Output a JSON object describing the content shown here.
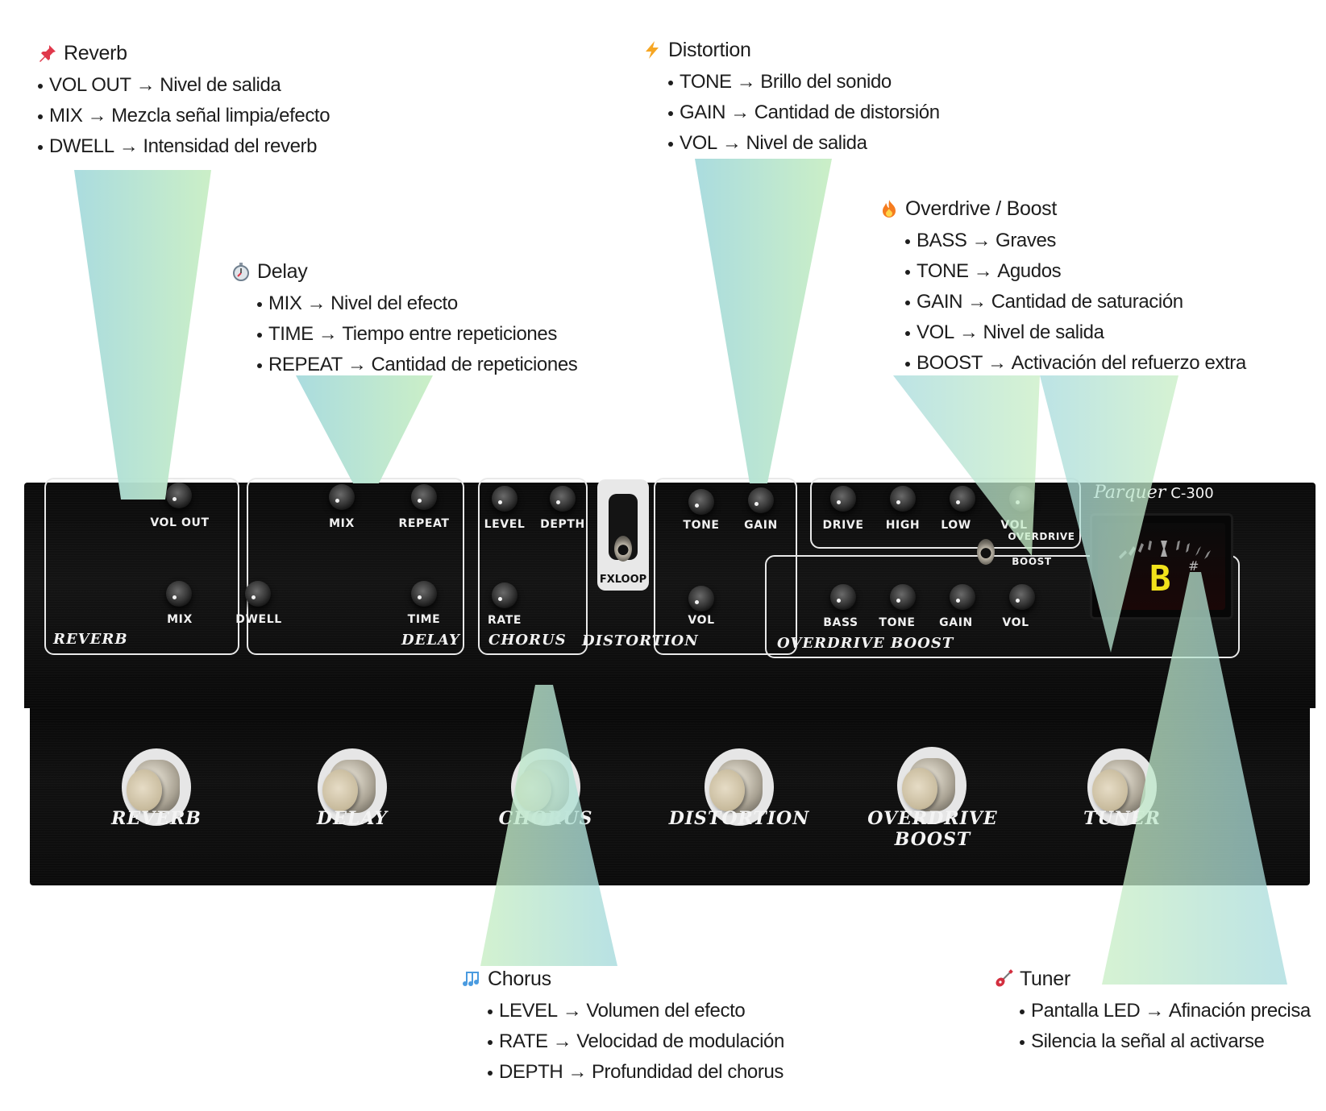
{
  "callouts": {
    "reverb": {
      "icon": "pushpin-icon",
      "title": "Reverb",
      "items": [
        {
          "control": "VOL OUT",
          "description": "Nivel de salida"
        },
        {
          "control": "MIX",
          "description": "Mezcla señal limpia/efecto"
        },
        {
          "control": "DWELL",
          "description": "Intensidad del reverb"
        }
      ]
    },
    "delay": {
      "icon": "stopwatch-icon",
      "title": "Delay",
      "items": [
        {
          "control": "MIX",
          "description": "Nivel del efecto"
        },
        {
          "control": "TIME",
          "description": "Tiempo entre repeticiones"
        },
        {
          "control": "REPEAT",
          "description": "Cantidad de repeticiones"
        }
      ]
    },
    "distortion": {
      "icon": "lightning-icon",
      "title": "Distortion",
      "items": [
        {
          "control": "TONE",
          "description": "Brillo del sonido"
        },
        {
          "control": "GAIN",
          "description": "Cantidad de distorsión"
        },
        {
          "control": "VOL",
          "description": "Nivel de salida"
        }
      ]
    },
    "overdrive": {
      "icon": "fire-icon",
      "title": "Overdrive / Boost",
      "items": [
        {
          "control": "BASS",
          "description": "Graves"
        },
        {
          "control": "TONE",
          "description": "Agudos"
        },
        {
          "control": "GAIN",
          "description": "Cantidad de saturación"
        },
        {
          "control": "VOL",
          "description": "Nivel de salida"
        },
        {
          "control": "BOOST",
          "description": "Activación del refuerzo extra"
        }
      ]
    },
    "chorus": {
      "icon": "music-notes-icon",
      "title": "Chorus",
      "items": [
        {
          "control": "LEVEL",
          "description": "Volumen del efecto"
        },
        {
          "control": "RATE",
          "description": "Velocidad de modulación"
        },
        {
          "control": "DEPTH",
          "description": "Profundidad del chorus"
        }
      ]
    },
    "tuner": {
      "icon": "guitar-icon",
      "title": "Tuner",
      "items": [
        {
          "control": "Pantalla LED",
          "description": "Afinación precisa"
        },
        {
          "control": "",
          "description": "Silencia la señal al activarse"
        }
      ]
    },
    "arrow": "→"
  },
  "pedal": {
    "brand": "Parquer",
    "model": "C-300",
    "knobs": {
      "reverb": [
        "VOL OUT",
        "MIX",
        "DWELL"
      ],
      "delay": [
        "MIX",
        "REPEAT",
        "TIME"
      ],
      "chorus": [
        "LEVEL",
        "DEPTH",
        "RATE"
      ],
      "distortion": [
        "TONE",
        "GAIN",
        "VOL"
      ],
      "overdrive": [
        "DRIVE",
        "HIGH",
        "LOW",
        "VOL"
      ],
      "boost": [
        "BASS",
        "TONE",
        "GAIN",
        "VOL"
      ]
    },
    "sections": {
      "reverb": "REVERB",
      "delay": "DELAY",
      "chorus": "CHORUS",
      "distortion": "DISTORTION",
      "overdrive_boost": "OVERDRIVE BOOST"
    },
    "switch_labels": {
      "fxloop": "FXLOOP",
      "overdrive": "OVERDRIVE",
      "boost": "BOOST"
    },
    "tuner_display": {
      "note": "B",
      "accidental": "#"
    },
    "footswitches": [
      "REVERB",
      "DELAY",
      "CHORUS",
      "DISTORTION",
      "OVERDRIVE BOOST",
      "TUNER"
    ]
  },
  "colors": {
    "beam_green": "#c8eec4",
    "beam_teal": "#a6dadd",
    "panel": "#0c0c0c",
    "tuner_led": "#f2e21b"
  }
}
